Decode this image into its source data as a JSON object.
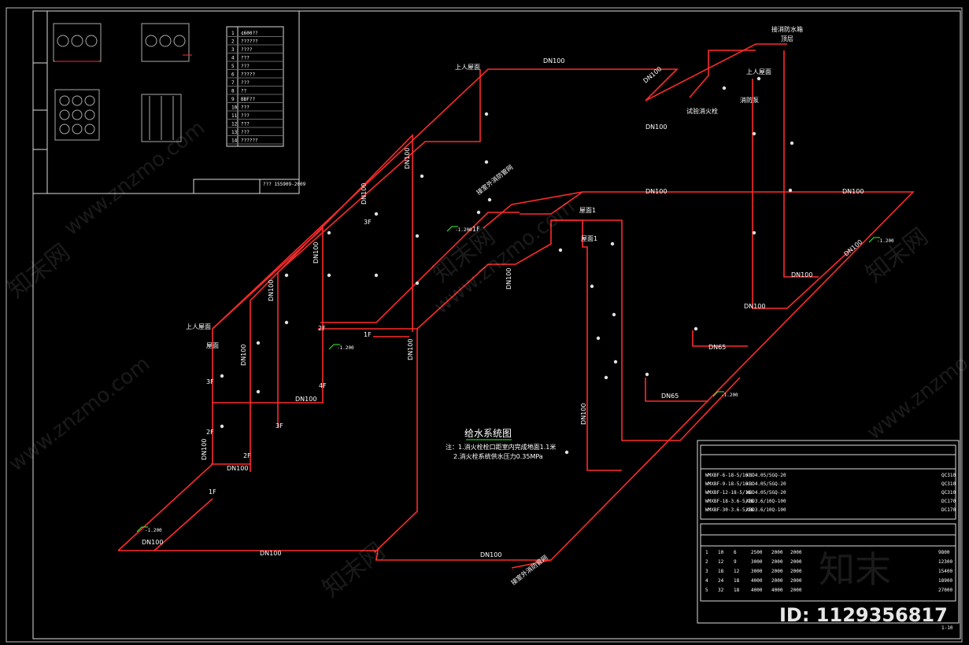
{
  "diagram": {
    "title": "给水系统图",
    "notes": [
      "注：1.消火栓栓口距室内完成地面1.1米",
      "2.消火栓系统供水压力0.35MPa"
    ],
    "pipe_color": "#ff2a2a",
    "pipe_labels": [
      "DN100",
      "DN100",
      "DN100",
      "DN100",
      "DN100",
      "DN100",
      "DN100",
      "DN100",
      "DN100",
      "DN100",
      "DN100",
      "DN100",
      "DN100",
      "DN65",
      "DN65"
    ],
    "riser_labels": [
      "DN100",
      "DN100",
      "DN100",
      "DN100",
      "DN100",
      "DN100",
      "DN100",
      "DN100",
      "DN100"
    ],
    "floor_labels": [
      "1F",
      "2F",
      "3F",
      "4F",
      "1F",
      "2F",
      "3F",
      "1F",
      "2F",
      "3F",
      "屋面",
      "顶层",
      "上人屋面",
      "上人屋面",
      "上人屋面",
      "屋面1",
      "屋面1"
    ],
    "special_labels": [
      "接消防水箱",
      "消防泵",
      "接室外消防管网",
      "接室外消防管网",
      "试验消火栓"
    ],
    "elevations": [
      "-1.200",
      "-1.200",
      "-1.200",
      "-1.200",
      "-1.200"
    ]
  },
  "legend_table": {
    "rows": [
      "1",
      "2",
      "3",
      "4",
      "5",
      "6",
      "7",
      "8",
      "9",
      "10",
      "11",
      "12",
      "13",
      "14"
    ],
    "values": [
      "¢600??",
      "??????",
      "????",
      "???",
      "???",
      "?????",
      "???",
      "??",
      "BBF??",
      "???",
      "???",
      "???",
      "???",
      "??????"
    ]
  },
  "equipment_table": {
    "model_col": [
      "WMXBF-6-18-5/16",
      "WMXBF-9-18-5/16",
      "WMXBF-12-18-5/16",
      "WMXBF-18-3.6-5/16",
      "WMXBF-30-3.6-5/16"
    ],
    "pump_col": [
      "XBD4.05/5GQ-20",
      "XBD4.05/5GQ-20",
      "XBD4.05/5GQ-20",
      "XBD3.6/10Q-100",
      "XBD3.6/10Q-100"
    ],
    "codes": [
      "QC310",
      "QC310",
      "QC310",
      "DC170",
      "DC170"
    ]
  },
  "capacity_table": {
    "rows": [
      [
        "1",
        "10",
        "6",
        "2500",
        "2000",
        "2000",
        "9800"
      ],
      [
        "2",
        "12",
        "9",
        "3000",
        "2000",
        "2000",
        "12300"
      ],
      [
        "3",
        "18",
        "12",
        "3000",
        "2000",
        "2000",
        "15400"
      ],
      [
        "4",
        "24",
        "18",
        "4000",
        "2000",
        "2000",
        "18900"
      ],
      [
        "5",
        "32",
        "18",
        "4000",
        "4000",
        "2000",
        "27000"
      ]
    ]
  },
  "titleblock": {
    "code": "??? 15S909-2009",
    "page": "1-10"
  },
  "watermark": {
    "text": "www.znzmo.com",
    "brand": "知末网",
    "id": "ID: 1129356817",
    "logo": "知末"
  }
}
